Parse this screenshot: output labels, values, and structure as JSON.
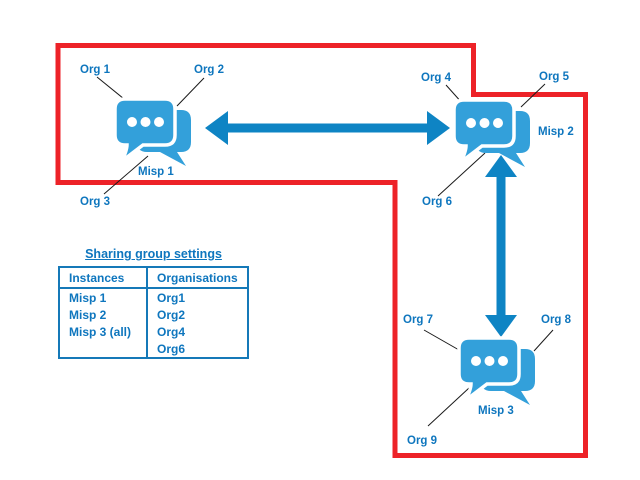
{
  "colors": {
    "boundary_red": "#ED2228",
    "icon_blue": "#33A0DA",
    "arrow_blue": "#0E84C4",
    "text_blue": "#0E76BE",
    "table_border_blue": "#1579B8",
    "connector_black": "#1A1A1A"
  },
  "nodes": {
    "misp1": {
      "label": "Misp 1",
      "icon": "chat-bubbles-icon"
    },
    "misp2": {
      "label": "Misp 2",
      "icon": "chat-bubbles-icon"
    },
    "misp3": {
      "label": "Misp 3",
      "icon": "chat-bubbles-icon"
    }
  },
  "orgs": {
    "org1": "Org 1",
    "org2": "Org 2",
    "org3": "Org 3",
    "org4": "Org 4",
    "org5": "Org 5",
    "org6": "Org 6",
    "org7": "Org 7",
    "org8": "Org 8",
    "org9": "Org 9"
  },
  "table": {
    "title": "Sharing group settings",
    "columns": [
      "Instances",
      "Organisations"
    ],
    "rows": [
      [
        "Misp 1",
        "Org1"
      ],
      [
        "Misp 2",
        "Org2"
      ],
      [
        "Misp 3 (all)",
        "Org4"
      ],
      [
        "",
        "Org6"
      ]
    ]
  }
}
